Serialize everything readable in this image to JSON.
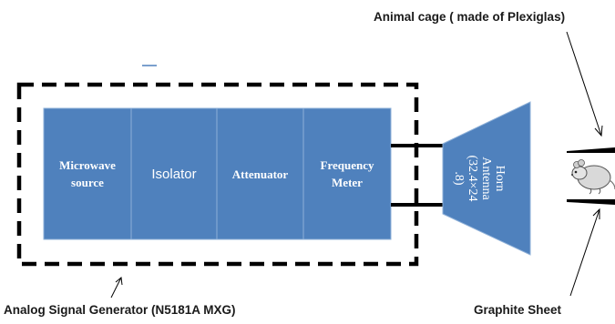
{
  "title_cage": "Animal cage ( made of Plexiglas)",
  "label_generator": "Analog Signal Generator (N5181A MXG)",
  "label_graphite": "Graphite Sheet",
  "blocks": {
    "microwave": {
      "line1": "Microwave",
      "line2": "source"
    },
    "isolator": "Isolator",
    "attenuator": "Attenuator",
    "frequency": {
      "line1": "Frequency",
      "line2": "Meter"
    }
  },
  "horn": {
    "line1": "Horn",
    "line2": "Antenna",
    "line3": "(32.4×24",
    "line4": ".8)"
  },
  "colors": {
    "block_fill": "#4f81bd",
    "block_border": "#6a96c8",
    "line": "#000000",
    "text_dark": "#1a1a1a"
  },
  "icons": {
    "animal": "rat-icon"
  }
}
